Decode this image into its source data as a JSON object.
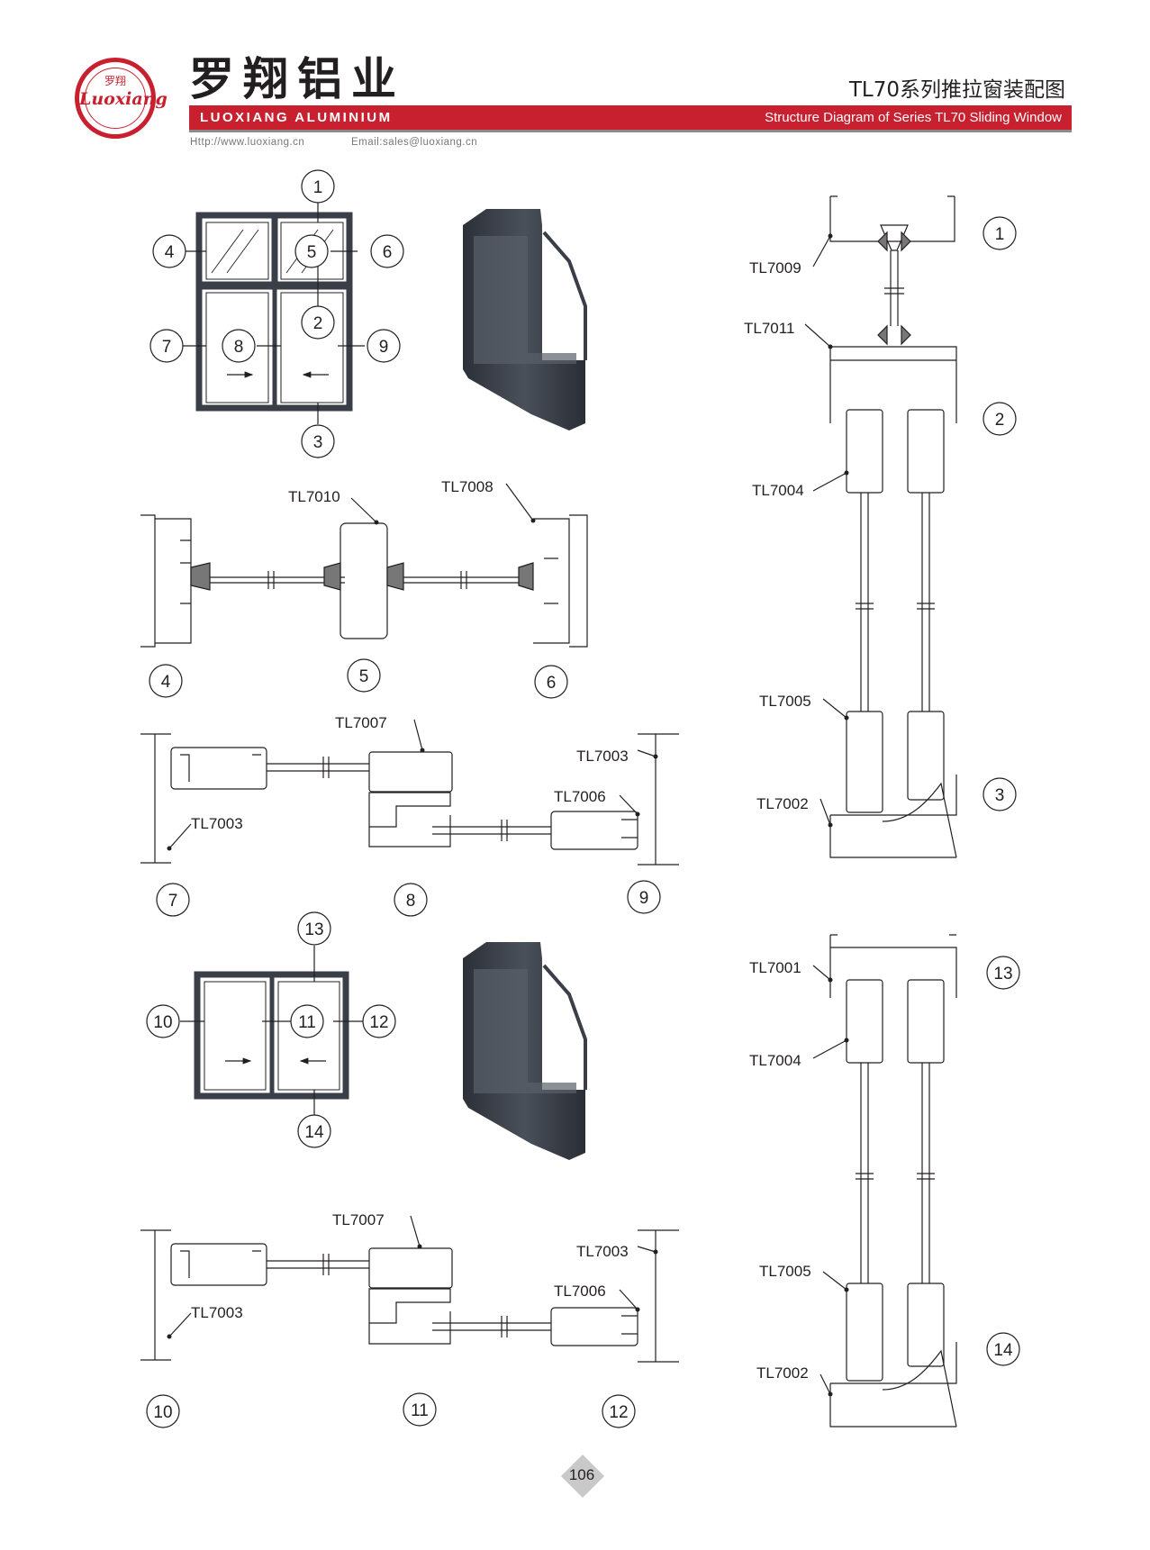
{
  "header": {
    "logo_text_cn": "罗翔",
    "logo_text_script": "Luoxiang",
    "brand_cn": "罗翔铝业",
    "brand_en": "LUOXIANG ALUMINIUM",
    "website": "Http://www.luoxiang.cn",
    "email": "Email:sales@luoxiang.cn",
    "title_cn": "TL70系列推拉窗装配图",
    "title_en": "Structure Diagram of Series TL70 Sliding Window"
  },
  "callouts": [
    "1",
    "2",
    "3",
    "4",
    "5",
    "6",
    "7",
    "8",
    "9",
    "10",
    "11",
    "12",
    "13",
    "14"
  ],
  "parts": {
    "p7001": "TL7001",
    "p7002": "TL7002",
    "p7003": "TL7003",
    "p7004": "TL7004",
    "p7005": "TL7005",
    "p7006": "TL7006",
    "p7007": "TL7007",
    "p7008": "TL7008",
    "p7009": "TL7009",
    "p7010": "TL7010",
    "p7011": "TL7011"
  },
  "page_number": "106",
  "colors": {
    "brand_red": "#c8202e",
    "profile_dark": "#3a3f47",
    "line": "#231f20"
  }
}
